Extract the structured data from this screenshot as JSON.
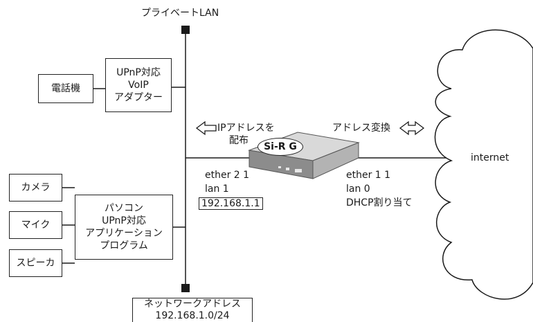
{
  "lan_title": "プライベートLAN",
  "telephone": "電話機",
  "voip_adapter": [
    "UPnP対応",
    "VoIP",
    "アダプター"
  ],
  "camera": "カメラ",
  "mic": "マイク",
  "speaker": "スピーカ",
  "pc_app": [
    "パソコン",
    "UPnP対応",
    "アプリケーション",
    "プログラム"
  ],
  "dhcp_distribute": [
    "IPアドレスを",
    "配布"
  ],
  "nat": "アドレス変換",
  "router_name": "Si-R G",
  "lan_side": {
    "interface": "ether 2 1",
    "lan": "lan 1",
    "ip": "192.168.1.1"
  },
  "wan_side": {
    "interface": "ether 1 1",
    "lan": "lan 0",
    "dhcp": "DHCP割り当て"
  },
  "internet": "internet",
  "network_addr": [
    "ネットワークアドレス",
    "192.168.1.0/24"
  ],
  "colors": {
    "line": "#1a1a1a",
    "router_top": "#d9d9d9",
    "router_front": "#8c8c8c",
    "router_side": "#b3b3b3"
  }
}
